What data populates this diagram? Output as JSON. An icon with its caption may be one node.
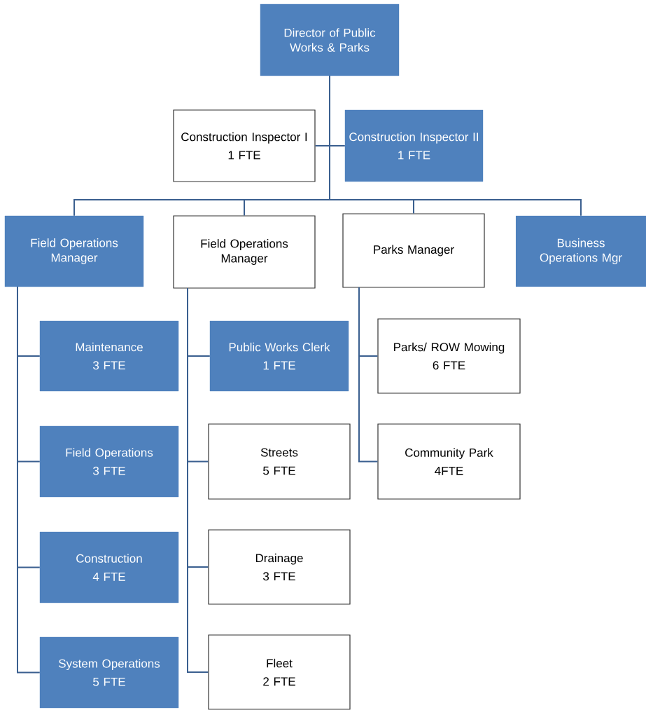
{
  "diagram": {
    "nodes": [
      {
        "text": [
          "Director of Public Works & Parks"
        ]
      },
      {
        "text": [
          "Construction Inspector I",
          "1 FTE"
        ]
      },
      {
        "text": [
          "Construction Inspector II",
          "1 FTE"
        ]
      },
      {
        "text": [
          "Field Operations Manager"
        ]
      },
      {
        "text": [
          "Field Operations Manager"
        ]
      },
      {
        "text": [
          "Parks Manager"
        ]
      },
      {
        "text": [
          "Business Operations Mgr"
        ]
      },
      {
        "text": [
          "Maintenance",
          "3 FTE"
        ]
      },
      {
        "text": [
          "Field Operations",
          "3 FTE"
        ]
      },
      {
        "text": [
          "Construction",
          "4 FTE"
        ]
      },
      {
        "text": [
          "System Operations",
          "5 FTE"
        ]
      },
      {
        "text": [
          "Public Works Clerk",
          "1 FTE"
        ]
      },
      {
        "text": [
          "Streets",
          "5 FTE"
        ]
      },
      {
        "text": [
          "Drainage",
          "3 FTE"
        ]
      },
      {
        "text": [
          "Fleet",
          "2 FTE"
        ]
      },
      {
        "text": [
          "Parks/ ROW Mowing",
          "6 FTE"
        ]
      },
      {
        "text": [
          "Community Park",
          "4FTE"
        ]
      }
    ],
    "edges": [
      {
        "from": 0,
        "to": 1,
        "arrow": "none"
      },
      {
        "from": 0,
        "to": 2,
        "arrow": "none"
      },
      {
        "from": 0,
        "to": 3,
        "arrow": "none"
      },
      {
        "from": 0,
        "to": 4,
        "arrow": "none"
      },
      {
        "from": 0,
        "to": 5,
        "arrow": "none"
      },
      {
        "from": 0,
        "to": 6,
        "arrow": "none"
      },
      {
        "from": 3,
        "to": 7,
        "arrow": "none"
      },
      {
        "from": 3,
        "to": 8,
        "arrow": "none"
      },
      {
        "from": 3,
        "to": 9,
        "arrow": "none"
      },
      {
        "from": 3,
        "to": 10,
        "arrow": "none"
      },
      {
        "from": 4,
        "to": 11,
        "arrow": "none"
      },
      {
        "from": 4,
        "to": 12,
        "arrow": "none"
      },
      {
        "from": 4,
        "to": 13,
        "arrow": "none"
      },
      {
        "from": 4,
        "to": 14,
        "arrow": "none"
      },
      {
        "from": 5,
        "to": 15,
        "arrow": "none"
      },
      {
        "from": 5,
        "to": 16,
        "arrow": "none"
      }
    ]
  }
}
